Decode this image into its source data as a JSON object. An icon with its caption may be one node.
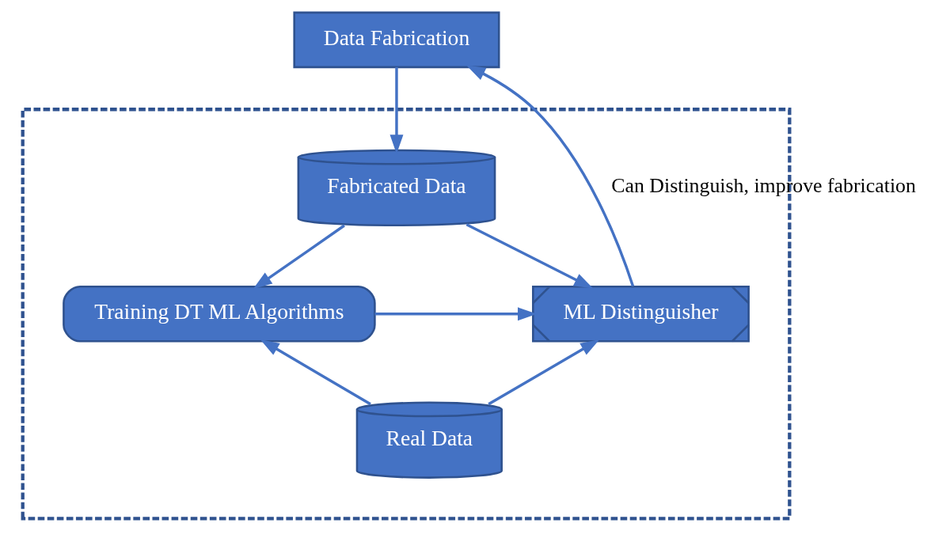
{
  "diagram": {
    "nodes": [
      {
        "text": [
          "Data Fabrication"
        ]
      },
      {
        "text": [],
        "shape": "box"
      },
      {
        "text": [
          "Fabricated Data"
        ],
        "in": 1
      },
      {
        "text": [
          "Training DT ML Algorithms"
        ],
        "in": 1
      },
      {
        "text": [
          "ML Distinguisher"
        ],
        "in": 1
      },
      {
        "text": [
          "Real Data"
        ],
        "in": 1
      }
    ],
    "edges": [
      {
        "from": 0,
        "to": 2,
        "arrow": "to"
      },
      {
        "from": 2,
        "to": 3,
        "arrow": "to"
      },
      {
        "from": 2,
        "to": 4,
        "arrow": "to"
      },
      {
        "from": 3,
        "to": 4,
        "arrow": "to"
      },
      {
        "from": 5,
        "to": 3,
        "arrow": "to"
      },
      {
        "from": 5,
        "to": 4,
        "arrow": "to"
      },
      {
        "from": 4,
        "to": 0,
        "arrow": "to",
        "label": "Can Distinguish, improve fabrication"
      }
    ]
  }
}
